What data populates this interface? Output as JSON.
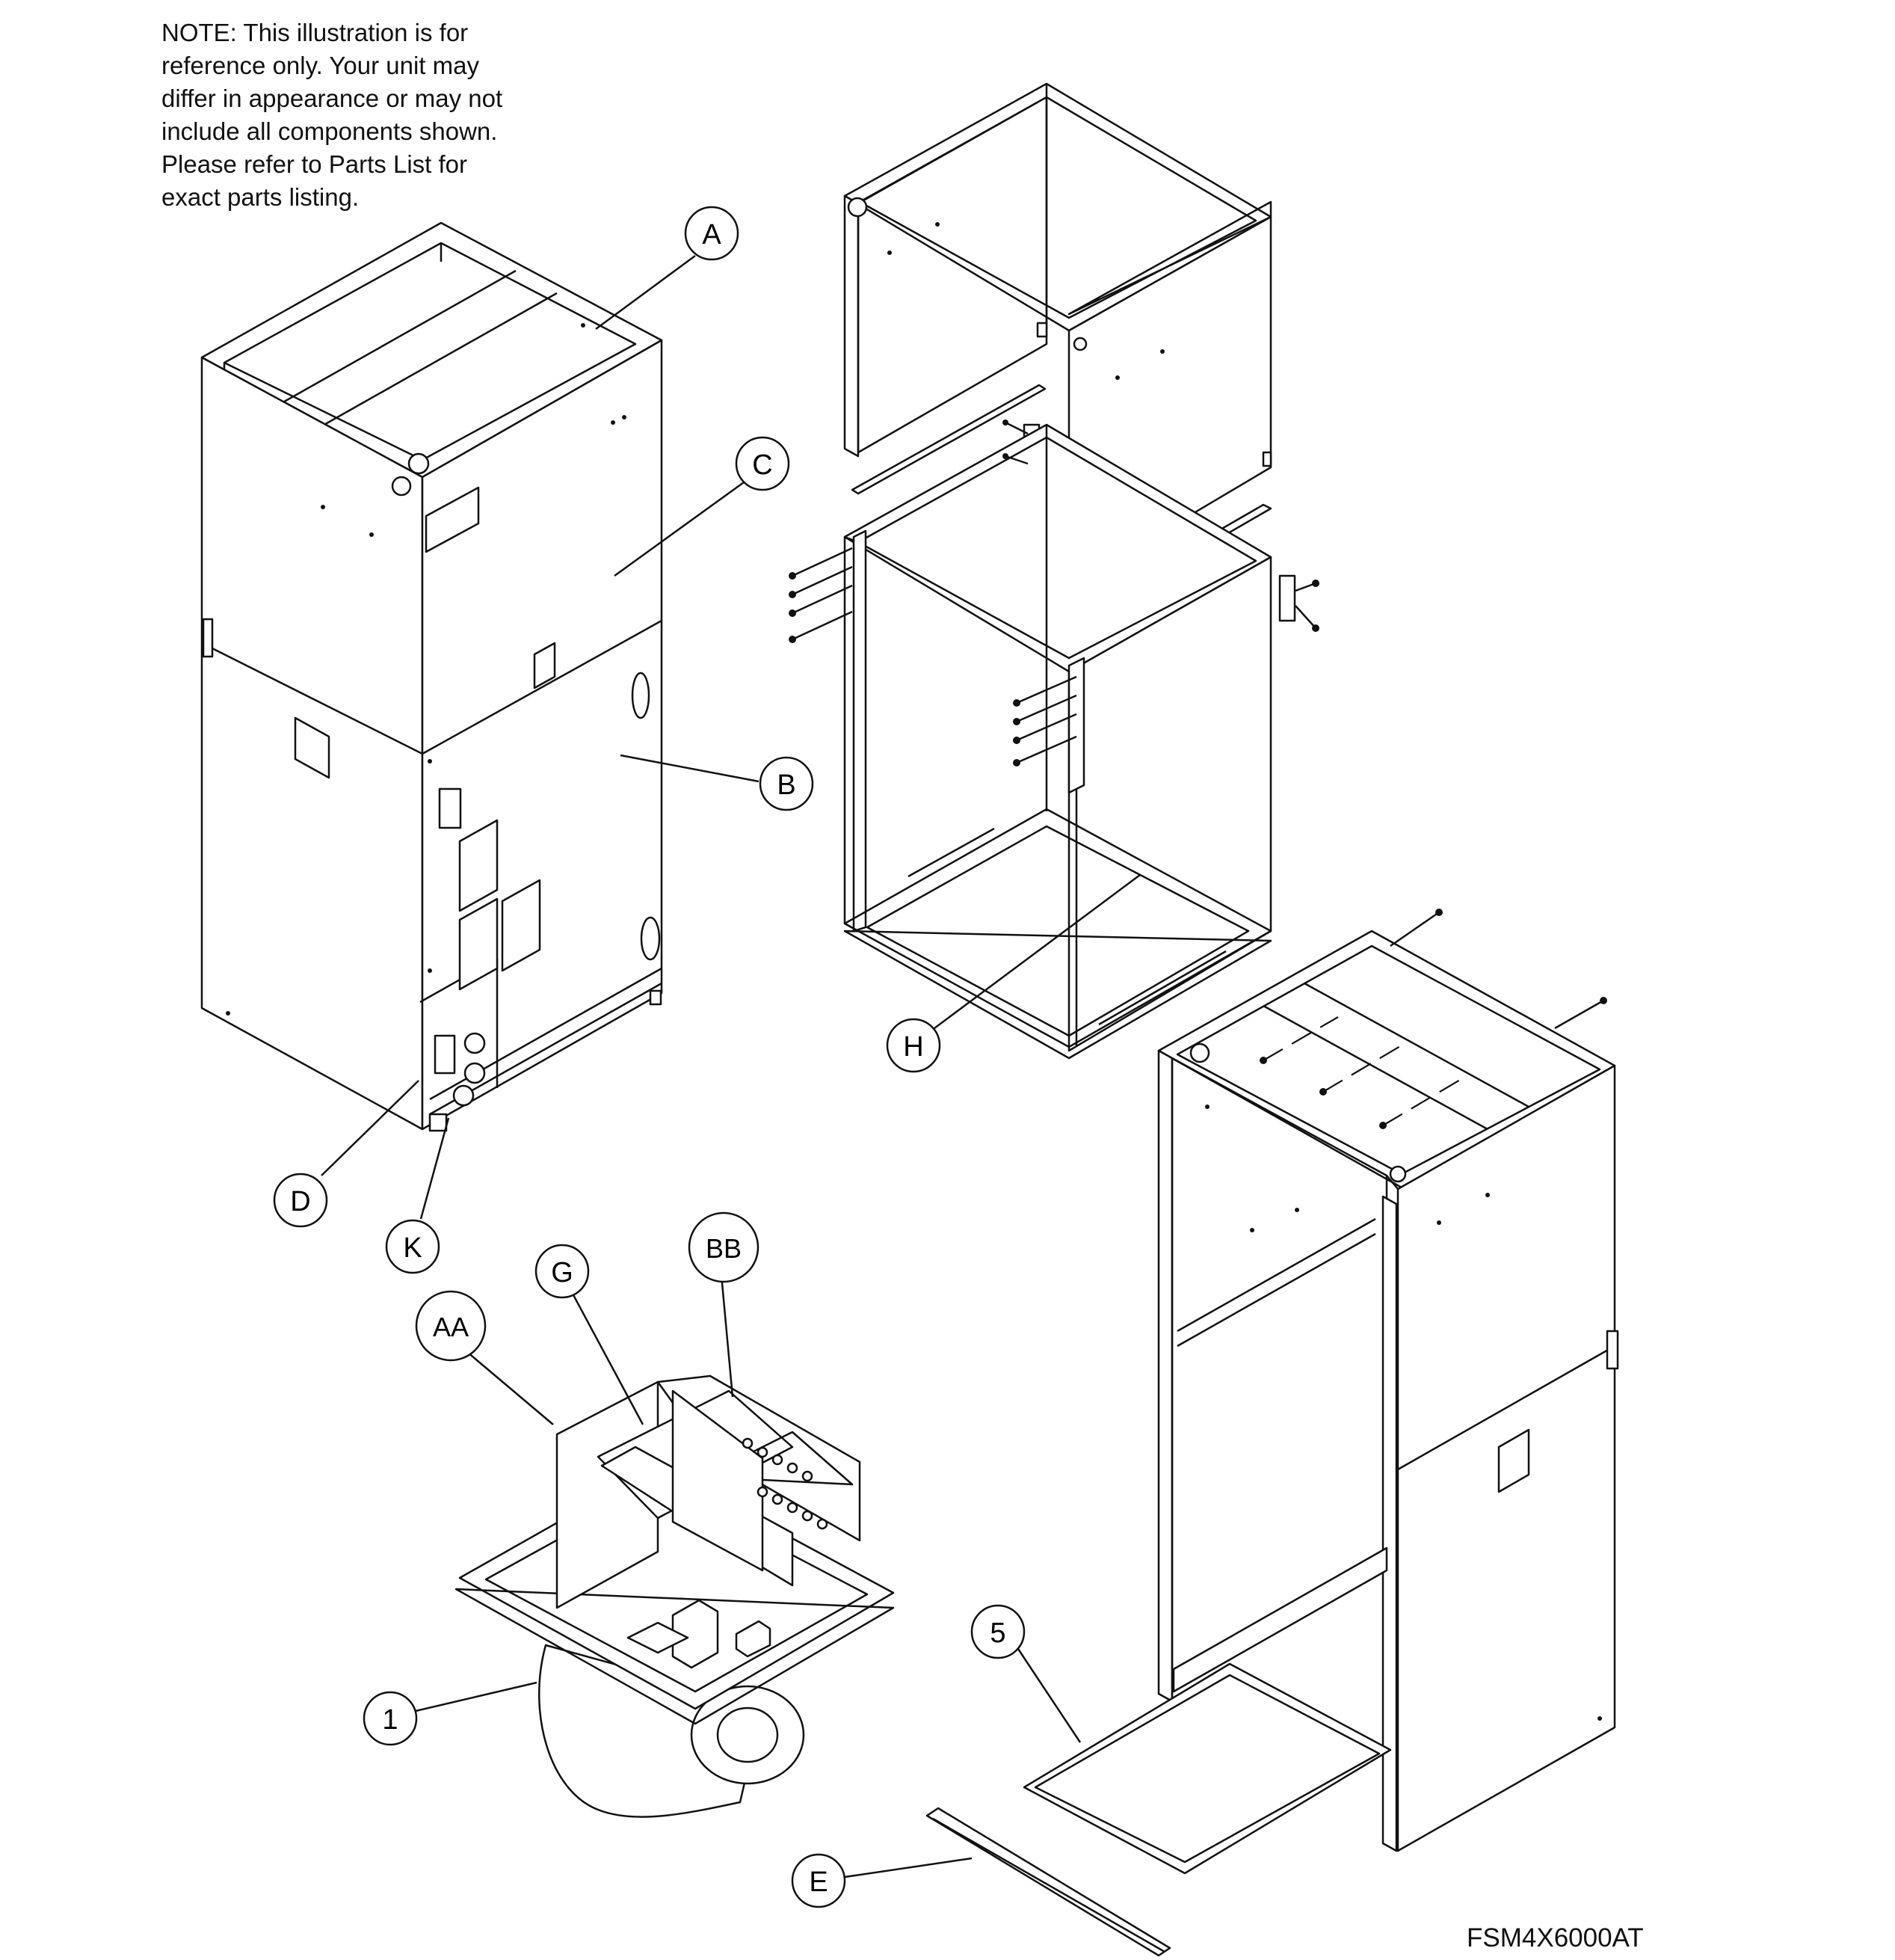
{
  "note": {
    "lines": [
      "NOTE: This illustration is for",
      "reference only.  Your unit may",
      "differ in appearance or may not",
      "include all components shown.",
      "Please refer to Parts List for",
      "exact parts listing."
    ]
  },
  "model_number": "FSM4X6000AT",
  "callouts": {
    "A": "A",
    "B": "B",
    "C": "C",
    "D": "D",
    "E": "E",
    "G": "G",
    "H": "H",
    "K": "K",
    "AA": "AA",
    "BB": "BB",
    "n1": "1",
    "n5": "5"
  },
  "colors": {
    "line": "#111111",
    "background": "#ffffff"
  }
}
